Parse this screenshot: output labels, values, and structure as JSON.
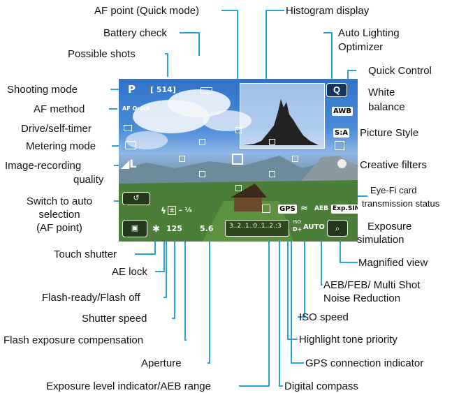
{
  "labels": {
    "af_point_quick": "AF point (Quick mode)",
    "histogram": "Histogram display",
    "battery": "Battery check",
    "auto_lighting_1": "Auto Lighting",
    "auto_lighting_2": "Optimizer",
    "possible_shots": "Possible shots",
    "quick_control": "Quick Control",
    "shooting_mode": "Shooting mode",
    "white_balance_1": "White",
    "white_balance_2": "balance",
    "af_method": "AF method",
    "drive": "Drive/self-timer",
    "picture_style": "Picture Style",
    "metering": "Metering mode",
    "irq_1": "Image-recording",
    "irq_2": "quality",
    "creative_filters": "Creative filters",
    "switch_auto_1": "Switch to auto",
    "switch_auto_2": "selection",
    "switch_auto_3": "(AF point)",
    "eyefi_1": "Eye-Fi card",
    "eyefi_2": "transmission status",
    "exposure_sim_1": "Exposure",
    "exposure_sim_2": "simulation",
    "touch_shutter": "Touch shutter",
    "magnified": "Magnified view",
    "ae_lock": "AE lock",
    "aeb_1": "AEB/FEB/ Multi Shot",
    "aeb_2": "Noise Reduction",
    "flash_ready": "Flash-ready/Flash off",
    "iso": "ISO speed",
    "shutter": "Shutter speed",
    "highlight": "Highlight tone priority",
    "flash_comp": "Flash exposure compensation",
    "aperture": "Aperture",
    "gps": "GPS connection indicator",
    "exposure_level": "Exposure level indicator/AEB range",
    "compass": "Digital compass"
  },
  "screen": {
    "mode": "P",
    "shots": "[ 514]",
    "af_quick": "AF Quick",
    "shutter": "125",
    "aperture": "5.6",
    "flash_comp": "– ⅓",
    "scale": "3..2..1..0..1..2.:3",
    "gps": "GPS",
    "iso": "AUTO",
    "aeb": "AEB",
    "expsim": "Exp.SIM",
    "q": "Q",
    "awb": "AWB",
    "ps": "S:A",
    "hdr": "D+",
    "iso_tag": "ISO"
  }
}
